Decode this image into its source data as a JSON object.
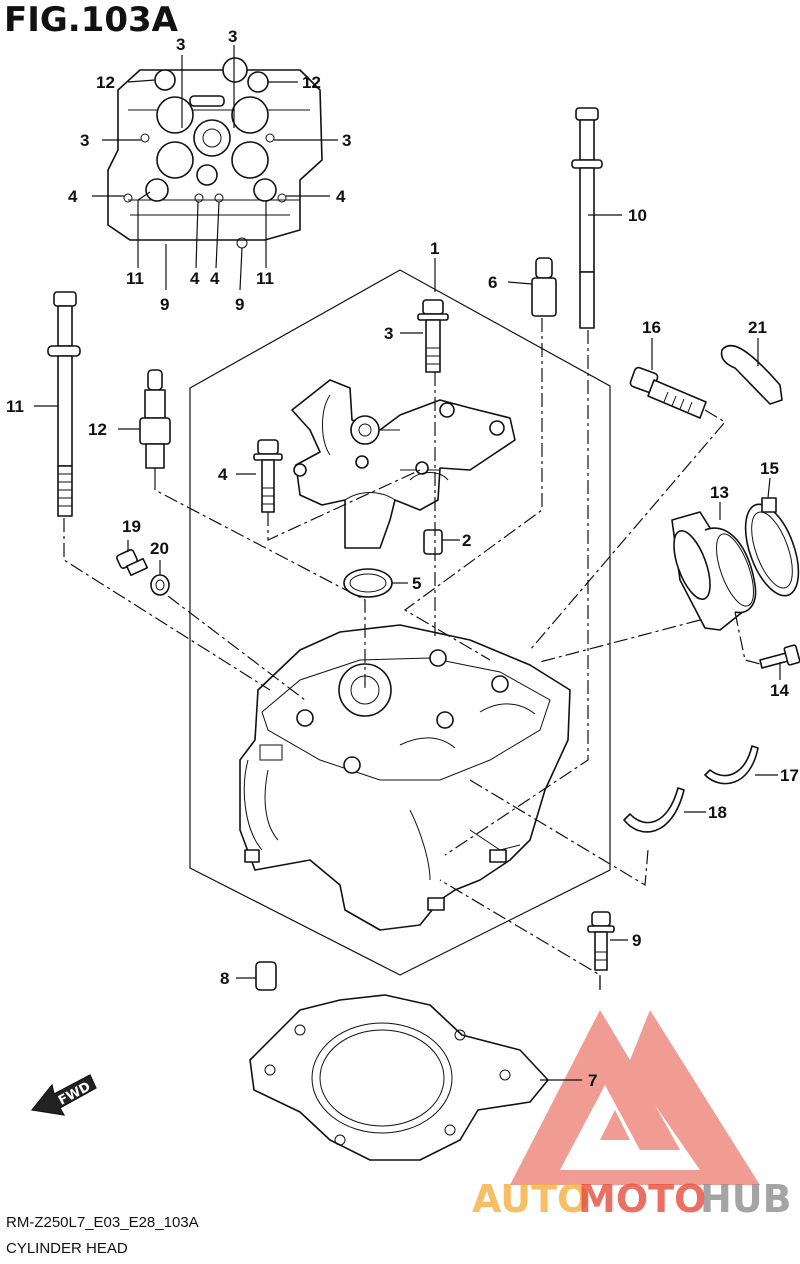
{
  "figure": {
    "title": "FIG.103A",
    "code": "RM-Z250L7_E03_E28_103A",
    "name": "CYLINDER HEAD"
  },
  "direction_label": "FWD",
  "watermark": {
    "part1": "AUTO",
    "part2": "MOTO",
    "part3": "HUB",
    "color_orange": "#f5b041",
    "color_red": "#e74c3c",
    "color_gray": "#8e8e8e"
  },
  "callouts": {
    "c1": "1",
    "c2": "2",
    "c3": "3",
    "c4": "4",
    "c5": "5",
    "c6": "6",
    "c7": "7",
    "c8": "8",
    "c9": "9",
    "c10": "10",
    "c11": "11",
    "c12": "12",
    "c13": "13",
    "c14": "14",
    "c15": "15",
    "c16": "16",
    "c17": "17",
    "c18": "18",
    "c19": "19",
    "c20": "20",
    "c21": "21"
  }
}
